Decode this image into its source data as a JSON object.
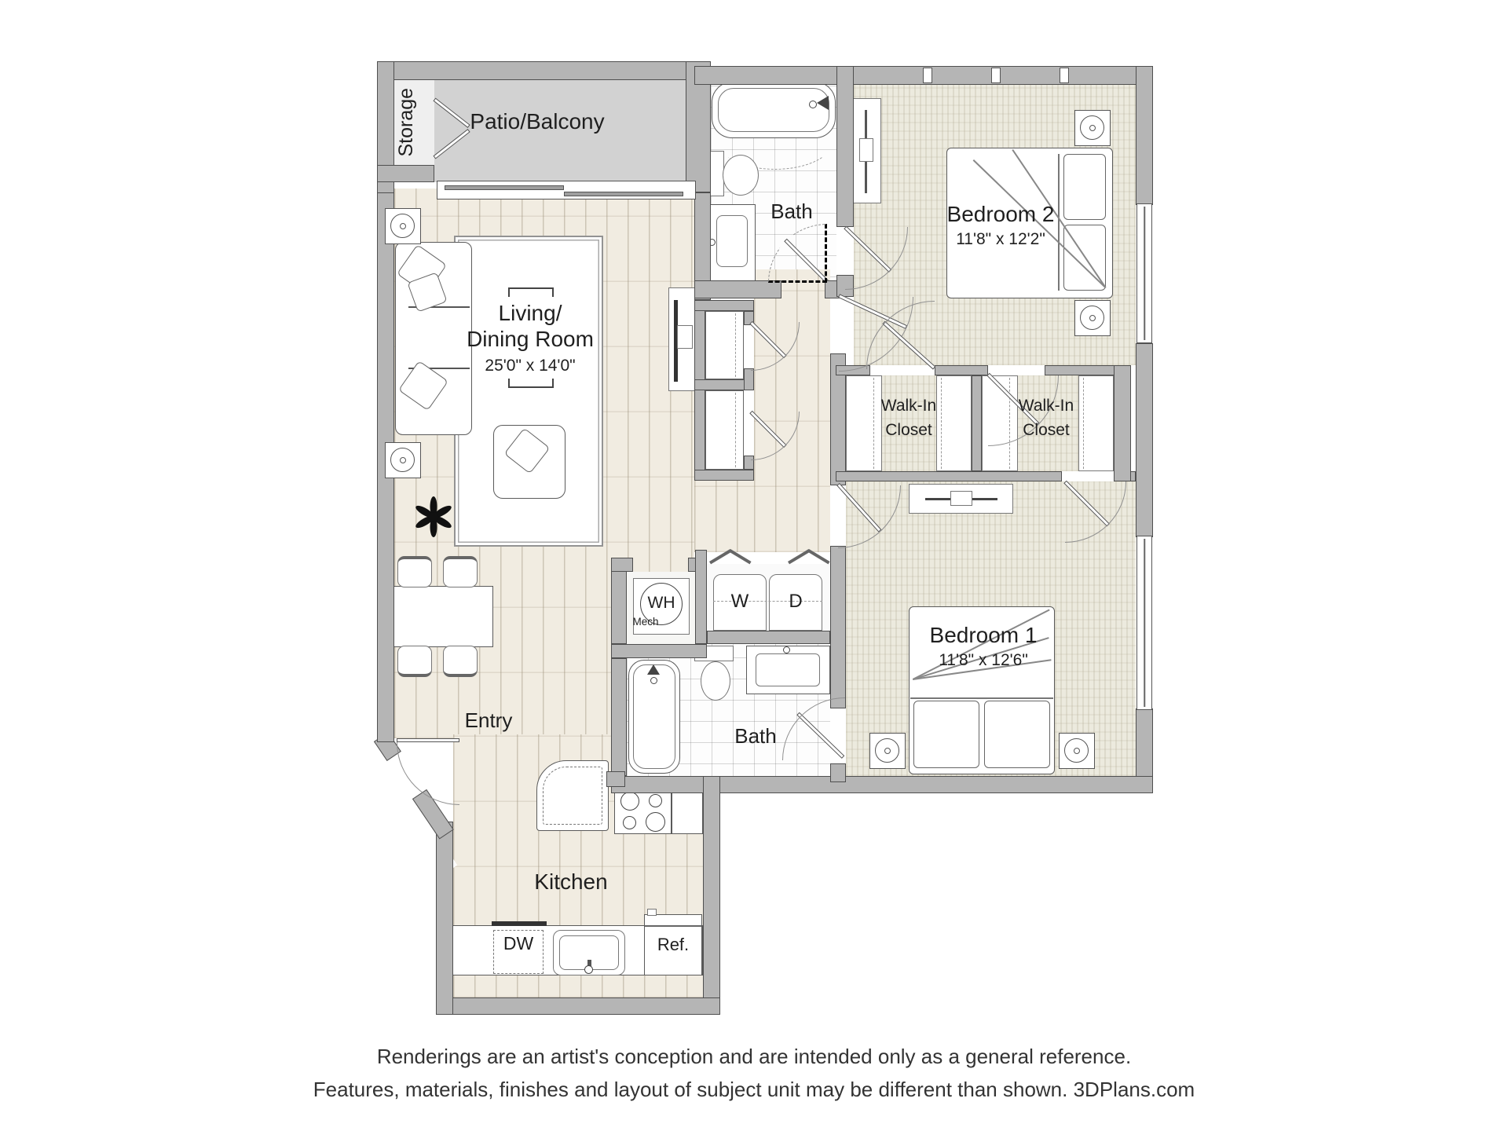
{
  "rooms": {
    "storage": {
      "label": "Storage"
    },
    "patio": {
      "label": "Patio/Balcony"
    },
    "living": {
      "line1": "Living/",
      "line2": "Dining Room",
      "dims": "25'0\" x 14'0\""
    },
    "bath_upper": {
      "label": "Bath"
    },
    "bedroom2": {
      "label": "Bedroom 2",
      "dims": "11'8\" x 12'2\""
    },
    "closet_a": {
      "line1": "Walk-In",
      "line2": "Closet"
    },
    "closet_b": {
      "line1": "Walk-In",
      "line2": "Closet"
    },
    "bedroom1": {
      "label": "Bedroom 1",
      "dims": "11'8\" x 12'6\""
    },
    "bath_lower": {
      "label": "Bath"
    },
    "entry": {
      "label": "Entry"
    },
    "kitchen": {
      "label": "Kitchen"
    }
  },
  "fixtures": {
    "water_heater": "WH",
    "mech_room": "Mech",
    "washer": "W",
    "dryer": "D",
    "dishwasher": "DW",
    "refrigerator": "Ref."
  },
  "footer": {
    "line1": "Renderings are an artist's conception and are intended only as a general reference.",
    "line2": "Features, materials, finishes and layout of subject unit may be different than shown. 3DPlans.com"
  },
  "colors": {
    "wall": "#b5b5b5",
    "wall_outline": "#4f4f4f",
    "wood_floor": "#f1ece1",
    "carpet": "#eceade",
    "tile_floor": "#fdfdfd",
    "patio_floor": "#d2d2d2",
    "label_text": "#1f1f1f",
    "footer_text": "#333333"
  }
}
